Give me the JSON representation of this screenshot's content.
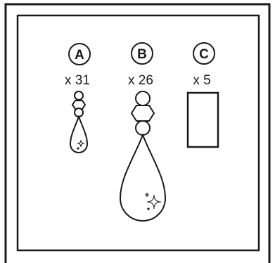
{
  "items": [
    {
      "letter": "A",
      "count": "x 31"
    },
    {
      "letter": "B",
      "count": "x 26"
    },
    {
      "letter": "C",
      "count": "x 5"
    }
  ],
  "colors": {
    "stroke": "#1a1a1a",
    "background": "#ffffff"
  }
}
